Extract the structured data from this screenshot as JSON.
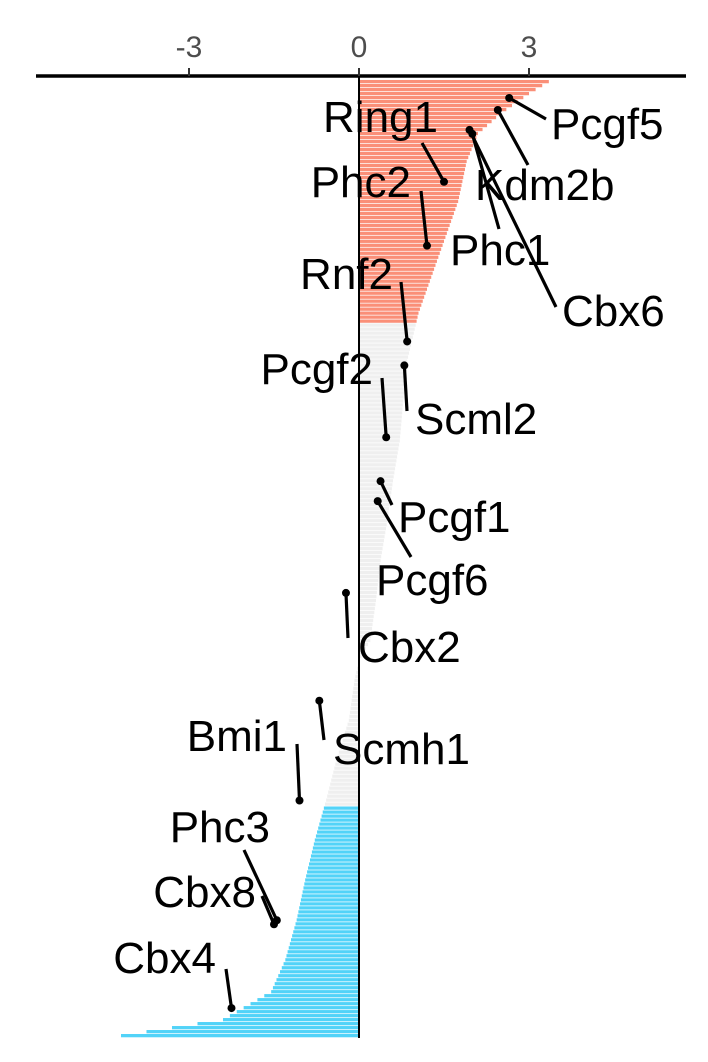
{
  "chart_data": {
    "type": "bar",
    "orientation": "horizontal",
    "x_axis": {
      "position": "top",
      "ticks": [
        -3,
        0,
        3
      ],
      "tick_labels": [
        "-3",
        "0",
        "3"
      ],
      "range": [
        -5.7,
        5.7
      ]
    },
    "n_bars": 240,
    "colors": {
      "positive": "#FA8F78",
      "neutral": "#EFEFEF",
      "negative": "#52D3F8",
      "axis": "#000000"
    },
    "profile": [
      [
        0,
        3.35
      ],
      [
        3,
        3.0
      ],
      [
        8,
        2.5
      ],
      [
        13,
        2.1
      ],
      [
        20,
        1.9
      ],
      [
        30,
        1.75
      ],
      [
        40,
        1.5
      ],
      [
        50,
        1.25
      ],
      [
        58,
        1.05
      ],
      [
        64,
        0.95
      ],
      [
        70,
        0.85
      ],
      [
        80,
        0.78
      ],
      [
        90,
        0.72
      ],
      [
        100,
        0.6
      ],
      [
        110,
        0.5
      ],
      [
        120,
        0.38
      ],
      [
        130,
        0.3
      ],
      [
        140,
        0.2
      ],
      [
        145,
        0.0
      ],
      [
        150,
        -0.08
      ],
      [
        160,
        -0.18
      ],
      [
        170,
        -0.4
      ],
      [
        180,
        -0.58
      ],
      [
        190,
        -0.78
      ],
      [
        200,
        -0.95
      ],
      [
        210,
        -1.1
      ],
      [
        220,
        -1.3
      ],
      [
        228,
        -1.55
      ],
      [
        235,
        -2.4
      ],
      [
        239,
        -4.2
      ]
    ],
    "regions": [
      {
        "name": "positive",
        "from": 0,
        "to": 60
      },
      {
        "name": "neutral",
        "from": 61,
        "to": 181
      },
      {
        "name": "negative",
        "from": 182,
        "to": 239
      }
    ],
    "annotations": [
      {
        "label": "Pcgf5",
        "x": 2.65,
        "rank": 4
      },
      {
        "label": "Kdm2b",
        "x": 2.45,
        "rank": 7
      },
      {
        "label": "Phc1",
        "x": 2.0,
        "rank": 13
      },
      {
        "label": "Cbx6",
        "x": 1.95,
        "rank": 12
      },
      {
        "label": "Ring1",
        "x": 1.5,
        "rank": 25
      },
      {
        "label": "Phc2",
        "x": 1.2,
        "rank": 41
      },
      {
        "label": "Rnf2",
        "x": 0.85,
        "rank": 65
      },
      {
        "label": "Scml2",
        "x": 0.8,
        "rank": 71
      },
      {
        "label": "Pcgf2",
        "x": 0.48,
        "rank": 89
      },
      {
        "label": "Pcgf1",
        "x": 0.38,
        "rank": 100
      },
      {
        "label": "Pcgf6",
        "x": 0.33,
        "rank": 105
      },
      {
        "label": "Cbx2",
        "x": -0.23,
        "rank": 128
      },
      {
        "label": "Scmh1",
        "x": -0.7,
        "rank": 155
      },
      {
        "label": "Bmi1",
        "x": -1.05,
        "rank": 180
      },
      {
        "label": "Phc3",
        "x": -1.45,
        "rank": 210
      },
      {
        "label": "Cbx8",
        "x": -1.5,
        "rank": 211
      },
      {
        "label": "Cbx4",
        "x": -2.25,
        "rank": 232
      }
    ]
  }
}
